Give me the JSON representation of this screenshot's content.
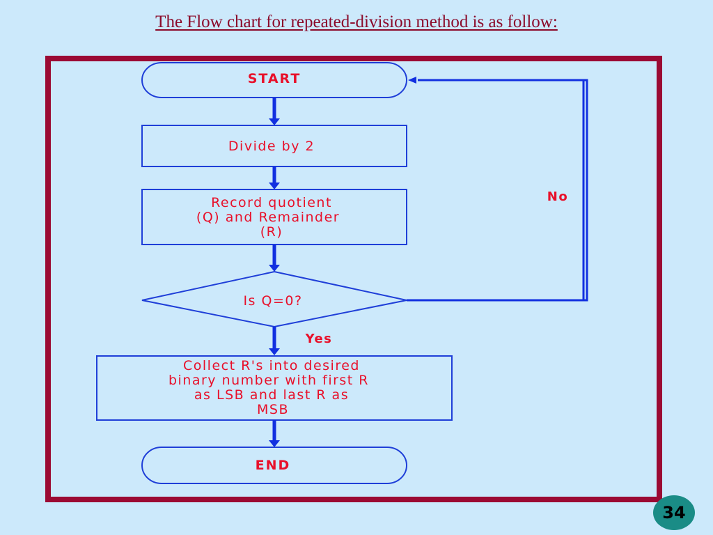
{
  "title": "The Flow chart for repeated-division method is as follow:",
  "flowchart": {
    "start": "START",
    "divide": "Divide by 2",
    "record": [
      "Record quotient",
      "(Q) and Remainder",
      "(R)"
    ],
    "decision": "Is Q=0?",
    "no_label": "No",
    "yes_label": "Yes",
    "collect": [
      "Collect R's into desired",
      "binary number with first R",
      "as LSB and last R as",
      "MSB"
    ],
    "end": "END"
  },
  "page_number": "34",
  "colors": {
    "background": "#cce9fb",
    "frame": "#9b0a33",
    "shape_stroke": "#1f3fd8",
    "arrow": "#1230e0",
    "text": "#e8102a",
    "title": "#8b0a2a",
    "badge": "#1a8c86"
  }
}
